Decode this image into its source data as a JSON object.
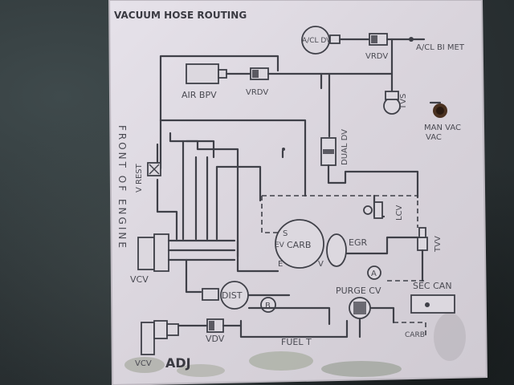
{
  "title": "VACUUM HOSE ROUTING",
  "side_label": "FRONT OF ENGINE",
  "labels": {
    "acl_dv": "A/CL DV",
    "vrdv_top": "VRDV",
    "acl_bimet": "A/CL BI MET",
    "air_bpv": "AIR BPV",
    "vrdv_mid": "VRDV",
    "tvs": "TVS",
    "man_vac": "MAN VAC",
    "dual_dv": "DUAL DV",
    "v_rest": "V REST",
    "lcv": "LCV",
    "s": "S",
    "ev": "EV",
    "carb": "CARB",
    "e": "E",
    "v": "V",
    "egr": "EGR",
    "a": "A",
    "tvv": "TVV",
    "vcv_mid": "VCV",
    "dist": "DIST",
    "b": "B",
    "purge_cv": "PURGE CV",
    "sec_can": "SEC CAN",
    "vdv": "VDV",
    "fuel_t": "FUEL T",
    "carb_small": "CARB",
    "vcv_bot": "VCV",
    "adj": "ADJ"
  },
  "colors": {
    "label_paper": "#d9d4dc",
    "ink": "#3f4048",
    "background": "#2e3436"
  }
}
